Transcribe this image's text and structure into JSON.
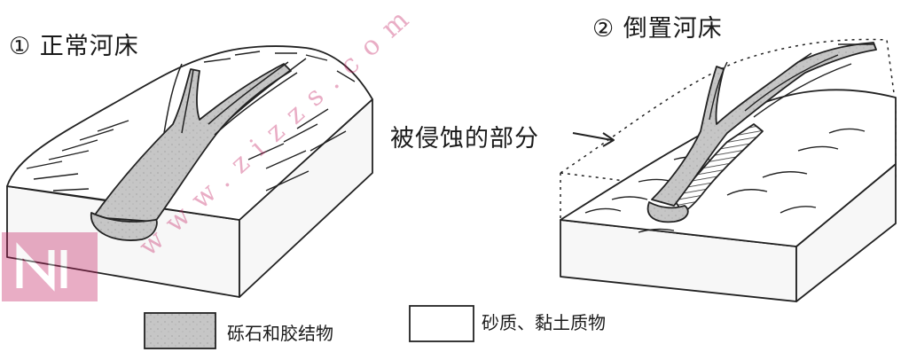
{
  "diagram": {
    "panel1": {
      "title": "① 正常河床"
    },
    "panel2": {
      "title": "② 倒置河床",
      "annotation": "被侵蚀的部分"
    },
    "legend": [
      {
        "label": "砾石和胶结物",
        "fill": "#c9c9c9"
      },
      {
        "label": "砂质、黏土质物",
        "fill": "#ffffff"
      }
    ],
    "watermark": {
      "text": "www.zizzs.com",
      "color": "#c2185b"
    }
  }
}
